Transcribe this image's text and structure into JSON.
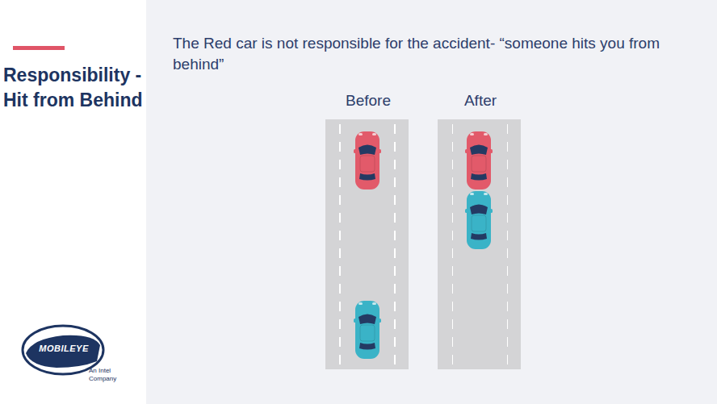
{
  "diagram": {
    "title": "Responsibility - Hit from Behind",
    "labels": [
      "The Red car is not responsible for the accident- “someone hits you from behind”",
      "Before",
      "After",
      "MOBILEYE",
      "An Intel Company"
    ]
  }
}
